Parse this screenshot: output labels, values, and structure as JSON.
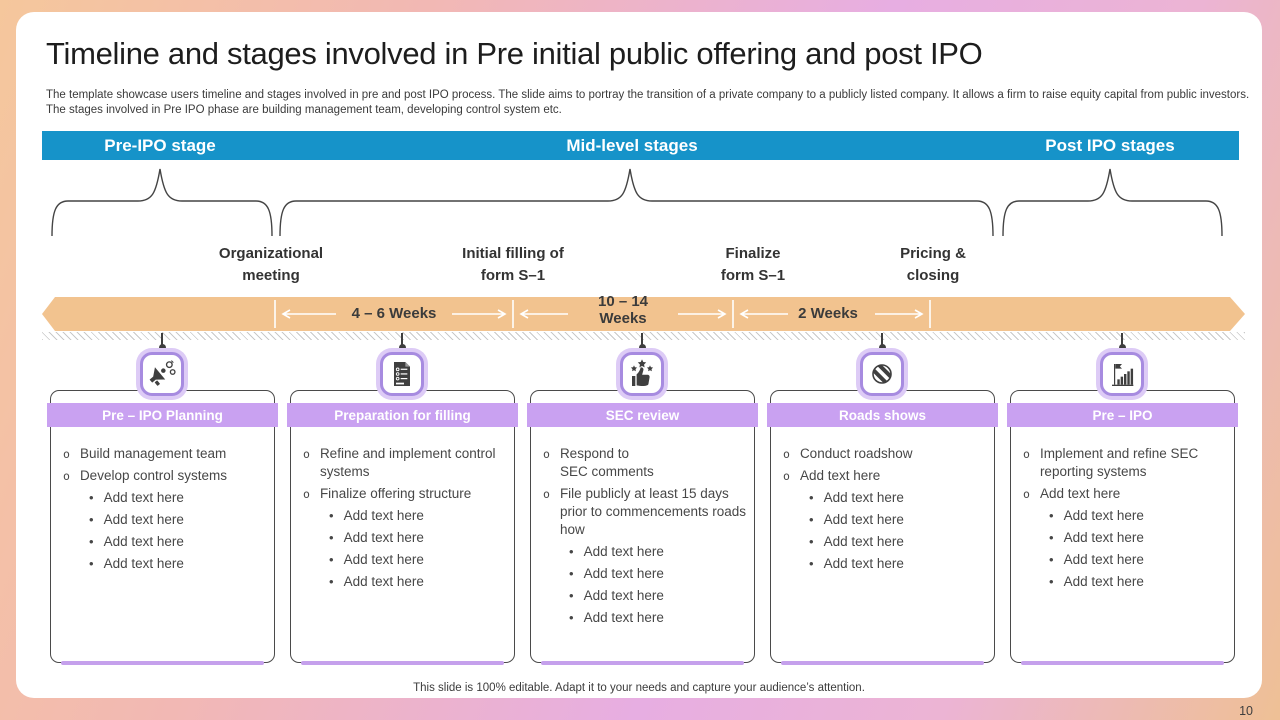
{
  "header": {
    "title": "Timeline and stages involved in Pre initial public offering and post IPO",
    "description": "The template showcase users timeline and stages involved in pre and post IPO process. The slide aims to portray the transition of a private company to a publicly listed company. It allows a firm to raise equity capital from public investors. The stages involved in Pre IPO phase are building management team, developing control system etc."
  },
  "stage_bar": {
    "labels": [
      "Pre-IPO stage",
      "Mid-level stages",
      "Post IPO stages"
    ]
  },
  "milestones": [
    {
      "line1": "Organizational",
      "line2": "meeting"
    },
    {
      "line1": "Initial filling of",
      "line2": "form S–1"
    },
    {
      "line1": "Finalize",
      "line2": "form S–1"
    },
    {
      "line1": "Pricing &",
      "line2": "closing"
    }
  ],
  "timeline": {
    "durations": [
      {
        "line1": "4 – 6 Weeks",
        "line2": ""
      },
      {
        "line1": "10 – 14",
        "line2": "Weeks"
      },
      {
        "line1": "2 Weeks",
        "line2": ""
      }
    ]
  },
  "cards": [
    {
      "icon": "megaphone-icon",
      "title": "Pre – IPO Planning",
      "bullets": [
        {
          "level": 1,
          "text": "Build management team"
        },
        {
          "level": 1,
          "text": "Develop control systems"
        },
        {
          "level": 2,
          "text": "Add text here"
        },
        {
          "level": 2,
          "text": "Add text here"
        },
        {
          "level": 2,
          "text": "Add text here"
        },
        {
          "level": 2,
          "text": "Add text here"
        }
      ]
    },
    {
      "icon": "checklist-document-icon",
      "title": "Preparation for filling",
      "bullets": [
        {
          "level": 1,
          "text": "Refine and implement control systems"
        },
        {
          "level": 1,
          "text": "Finalize offering structure"
        },
        {
          "level": 2,
          "text": "Add text here"
        },
        {
          "level": 2,
          "text": "Add text here"
        },
        {
          "level": 2,
          "text": "Add text here"
        },
        {
          "level": 2,
          "text": "Add text here"
        }
      ]
    },
    {
      "icon": "thumbs-up-stars-icon",
      "title": "SEC review",
      "bullets": [
        {
          "level": 1,
          "text": "Respond to",
          "text2": "SEC comments"
        },
        {
          "level": 1,
          "text": "File publicly at least 15 days prior to commencements roads how"
        },
        {
          "level": 2,
          "text": "Add text here"
        },
        {
          "level": 2,
          "text": "Add text here"
        },
        {
          "level": 2,
          "text": "Add text here"
        },
        {
          "level": 2,
          "text": "Add text here"
        }
      ]
    },
    {
      "icon": "striped-circle-icon",
      "title": "Roads shows",
      "bullets": [
        {
          "level": 1,
          "text": "Conduct roadshow"
        },
        {
          "level": 1,
          "text": "Add text here"
        },
        {
          "level": 2,
          "text": "Add text here"
        },
        {
          "level": 2,
          "text": "Add text here"
        },
        {
          "level": 2,
          "text": "Add text here"
        },
        {
          "level": 2,
          "text": "Add text here"
        }
      ]
    },
    {
      "icon": "growth-chart-flag-icon",
      "title": "Pre – IPO",
      "bullets": [
        {
          "level": 1,
          "text": "Implement and refine SEC reporting systems"
        },
        {
          "level": 1,
          "text": "Add text here"
        },
        {
          "level": 2,
          "text": "Add text here"
        },
        {
          "level": 2,
          "text": "Add text here"
        },
        {
          "level": 2,
          "text": "Add text here"
        },
        {
          "level": 2,
          "text": "Add text here"
        }
      ]
    }
  ],
  "footer": {
    "note": "This slide is 100% editable. Adapt it to your needs and capture your audience’s attention.",
    "page_number": "10"
  },
  "colors": {
    "stage_bar_blue": "#1693c9",
    "timeline_orange": "#f2c38f",
    "card_header_purple": "#c9a1f1",
    "icon_border_purple": "#a78be0",
    "text_dark": "#3f3f3f"
  }
}
